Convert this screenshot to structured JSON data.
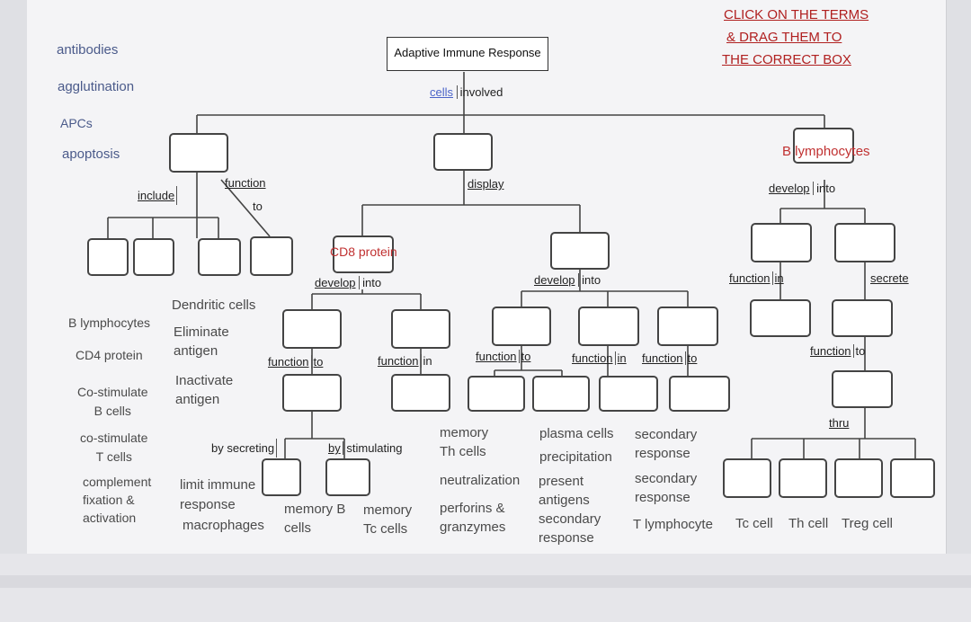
{
  "instructions": [
    "CLICK ON THE TERMS",
    "& DRAG THEM TO",
    "THE CORRECT BOX"
  ],
  "title": "Adaptive Immune Response",
  "links": {
    "cells_involved": [
      "cells",
      "involved"
    ],
    "include": "include",
    "function_to_top": [
      "function",
      "to"
    ],
    "display": "display",
    "develop_into_b": [
      "develop",
      "into"
    ],
    "develop_into_cd8": [
      "develop",
      "into"
    ],
    "develop_into_mid": [
      "develop",
      "into"
    ],
    "function_to_cd8a": [
      "function",
      "to"
    ],
    "function_in_cd8b": [
      "function",
      "in"
    ],
    "by_secreting": "by secreting",
    "by_stimulating": [
      "by",
      "stimulating"
    ],
    "function_to_m1": [
      "function",
      "to"
    ],
    "function_in_m2": [
      "function",
      "in"
    ],
    "function_to_m3": [
      "function",
      "to"
    ],
    "function_in_b1": [
      "function",
      "in"
    ],
    "secrete": "secrete",
    "function_to_b2": [
      "function",
      "to"
    ],
    "thru": "thru"
  },
  "filled_labels": {
    "cd8_protein": "CD8 protein",
    "b_lymphocytes": "B lymphocytes"
  },
  "terms_left": [
    "antibodies",
    "agglutination",
    "APCs",
    "apoptosis"
  ],
  "terms": {
    "dendritic_cells": "Dendritic cells",
    "b_lymphocytes": "B lymphocytes",
    "eliminate_antigen": [
      "Eliminate",
      "antigen"
    ],
    "cd4_protein": "CD4 protein",
    "inactivate_antigen": [
      "Inactivate",
      "antigen"
    ],
    "co_stimulate_b": [
      "Co-stimulate",
      "B cells"
    ],
    "co_stimulate_t": [
      "co-stimulate",
      "T cells"
    ],
    "complement": [
      "complement",
      "fixation &",
      "activation"
    ],
    "limit_immune": [
      "limit immune",
      "response"
    ],
    "macrophages": "macrophages",
    "memory_b": [
      "memory B",
      "cells"
    ],
    "memory_tc": [
      "memory",
      "Tc cells"
    ],
    "memory_th": [
      "memory",
      "Th cells"
    ],
    "neutralization": "neutralization",
    "perforins": [
      "perforins &",
      "granzymes"
    ],
    "plasma_cells": "plasma cells",
    "precipitation": "precipitation",
    "present_antigens": [
      "present",
      "antigens"
    ],
    "secondary_response_1": [
      "secondary",
      "response"
    ],
    "secondary_response_2": [
      "secondary",
      "response"
    ],
    "secondary_response_3": [
      "secondary",
      "response"
    ],
    "t_lymphocyte": "T lymphocyte",
    "tc_cell": "Tc cell",
    "th_cell": "Th cell",
    "treg_cell": "Treg cell"
  }
}
